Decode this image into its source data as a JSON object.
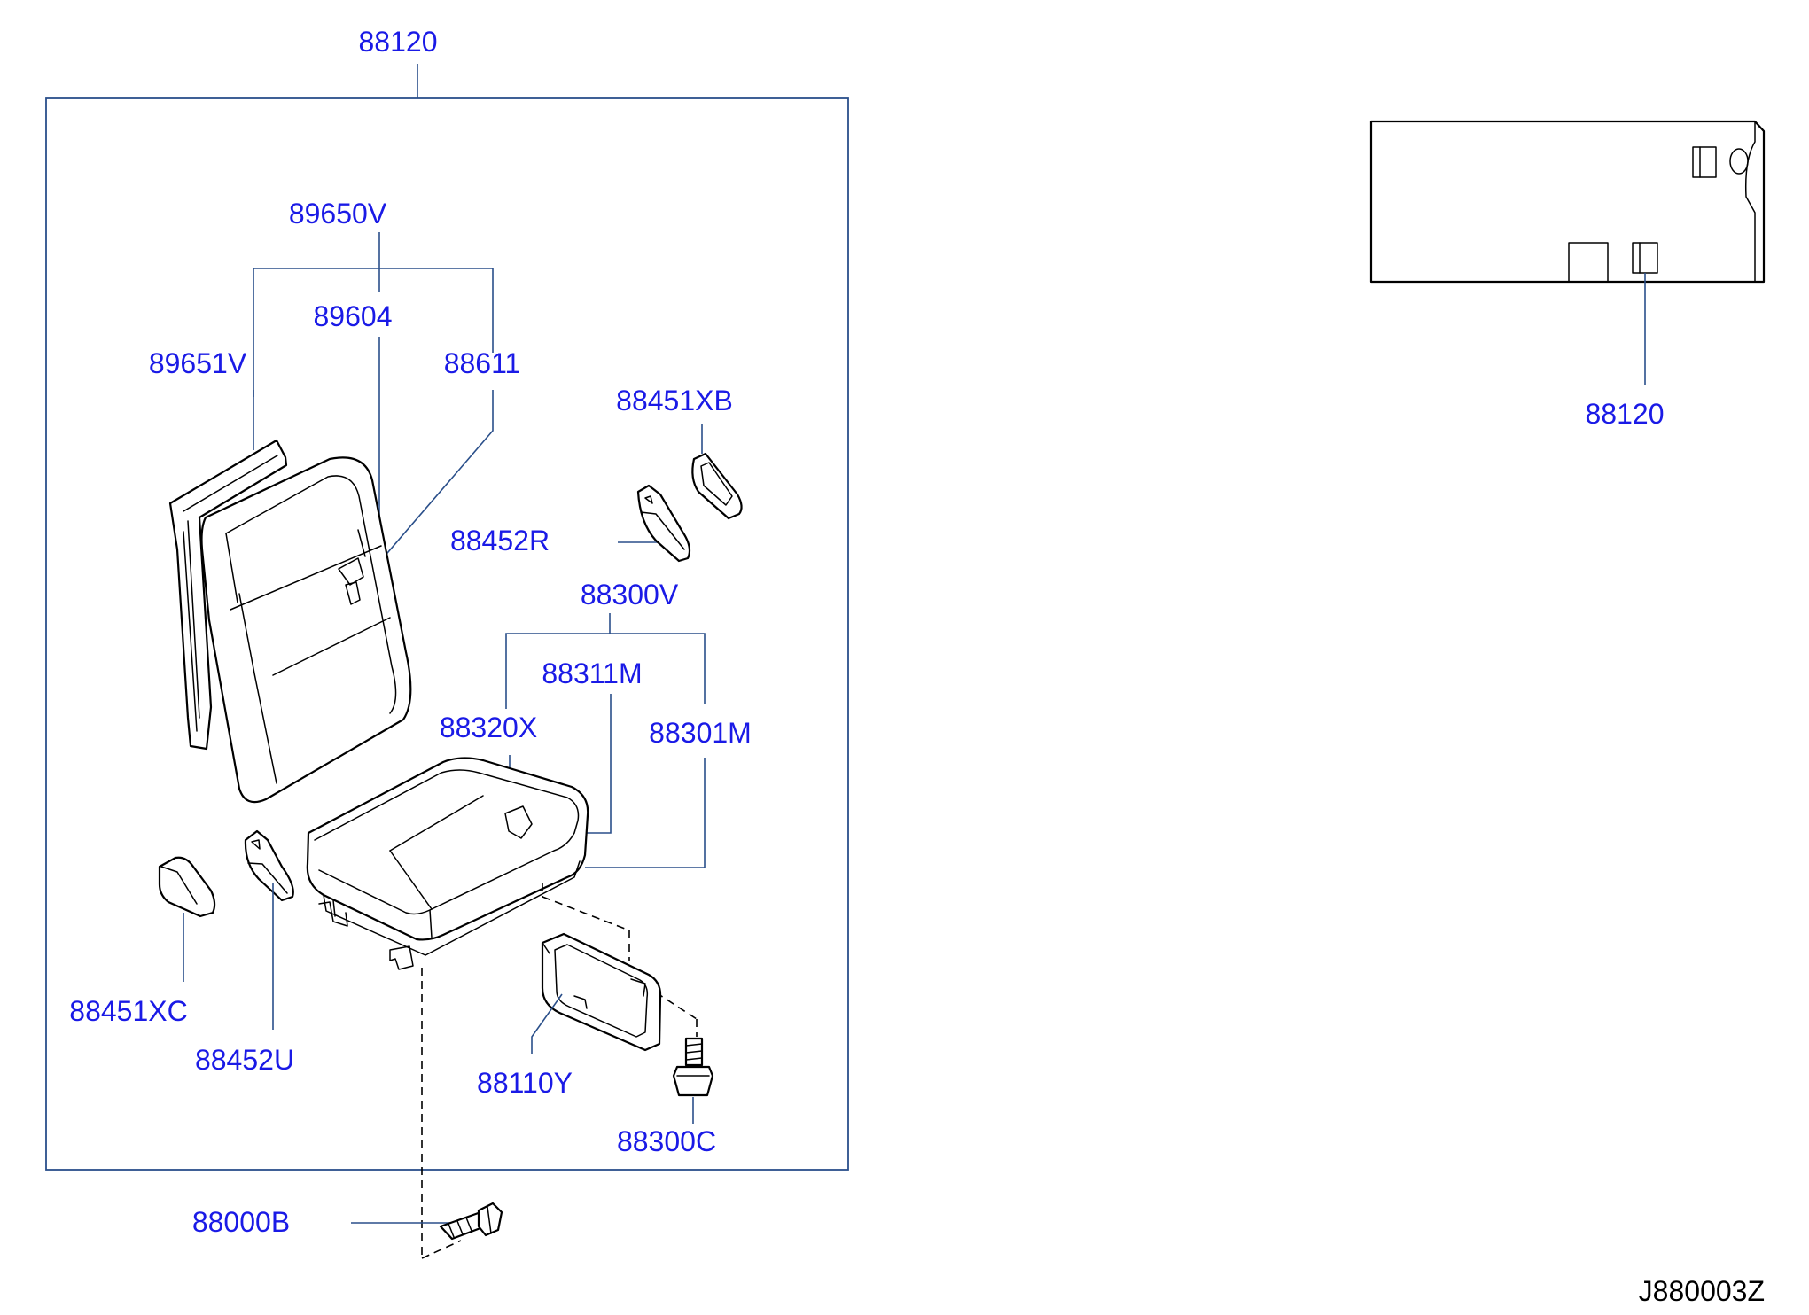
{
  "labels": {
    "assembly_top": "88120",
    "seat_back_assy": "89650V",
    "head_rest": "89604",
    "back_pad": "89651V",
    "back_trim": "88611",
    "hinge_cover_rb": "88451XB",
    "hinge_cover_rr": "88452R",
    "cushion_assy": "88300V",
    "cushion_trim": "88311M",
    "cushion_cover": "88320X",
    "cushion_pad": "88301M",
    "hinge_cover_lc": "88451XC",
    "hinge_cover_lu": "88452U",
    "cushion_frame": "88110Y",
    "cushion_bolt": "88300C",
    "floor_bolt": "88000B",
    "assembly_inset": "88120"
  },
  "diagram_code": "J880003Z"
}
